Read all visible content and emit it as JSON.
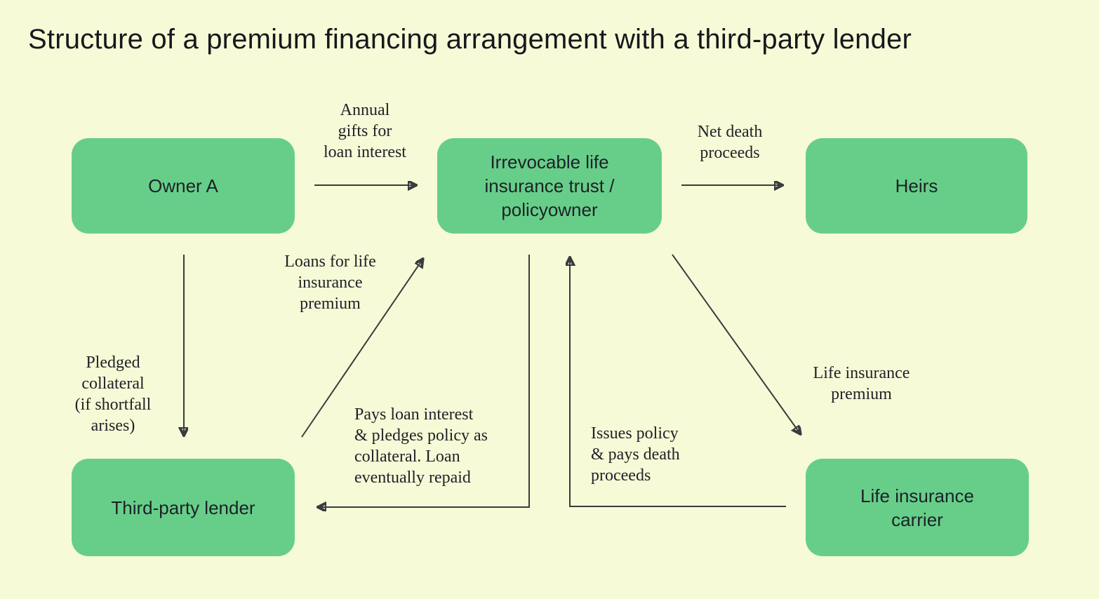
{
  "title": "Structure of a premium financing arrangement with a third-party lender",
  "colors": {
    "background": "#f7fad6",
    "node_fill": "#67ce8a",
    "arrow": "#383c3e",
    "text": "#1d2126"
  },
  "nodes": {
    "owner": {
      "label": "Owner A"
    },
    "trust": {
      "label": "Irrevocable life\ninsurance trust /\npolicyowner"
    },
    "heirs": {
      "label": "Heirs"
    },
    "lender": {
      "label": "Third-party lender"
    },
    "carrier": {
      "label": "Life insurance\ncarrier"
    }
  },
  "edges": {
    "annual_gifts": {
      "label": "Annual\ngifts for\nloan interest",
      "from": "owner",
      "to": "trust"
    },
    "net_death_proceeds": {
      "label": "Net death\nproceeds",
      "from": "trust",
      "to": "heirs"
    },
    "pledged_collateral": {
      "label": "Pledged\ncollateral\n(if shortfall\narises)",
      "from": "owner",
      "to": "lender"
    },
    "loans_for_premium": {
      "label": "Loans for life\ninsurance\npremium",
      "from": "lender",
      "to": "trust"
    },
    "pays_loan_interest": {
      "label": "Pays loan interest\n& pledges policy as\ncollateral. Loan\neventually repaid",
      "from": "trust",
      "to": "lender"
    },
    "issues_policy": {
      "label": "Issues policy\n& pays death\nproceeds",
      "from": "carrier",
      "to": "trust"
    },
    "life_insurance_premium": {
      "label": "Life insurance\npremium",
      "from": "trust",
      "to": "carrier"
    }
  }
}
